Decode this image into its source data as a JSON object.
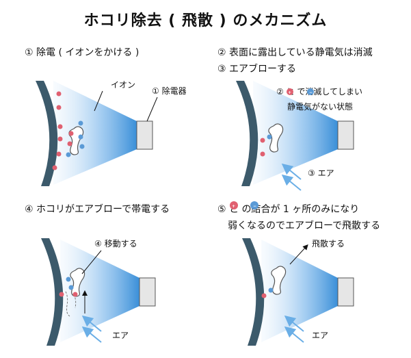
{
  "title": "ホコリ除去 ( 飛散 ) のメカニズム",
  "panels": {
    "p1": {
      "caption": "① 除電 ( イオンをかける )",
      "ion_label": "イオン",
      "device_label": "① 除電器"
    },
    "p2": {
      "caption_line1": "② 表面に露出している静電気は消滅",
      "caption_line2": "③ エアブローする",
      "note_line1": "② と で消滅してしまい",
      "note_line2": "静電気がない状態",
      "air_label": "③ エア"
    },
    "p3": {
      "caption": "④ ホコリがエアブローで帯電する",
      "move_label": "④ 移動する",
      "air_label": "エア"
    },
    "p4": {
      "caption_line1": "⑤ と の結合が 1 ヶ所のみになり",
      "caption_line2": "弱くなるのでエアブローで飛散する",
      "fly_label": "飛散する",
      "air_label": "エア"
    }
  },
  "colors": {
    "plus": "#e06070",
    "minus": "#5a9ad6",
    "wall": "#3c5a6b",
    "beam": "#3a8fd8",
    "device": "#e6e6e6"
  }
}
